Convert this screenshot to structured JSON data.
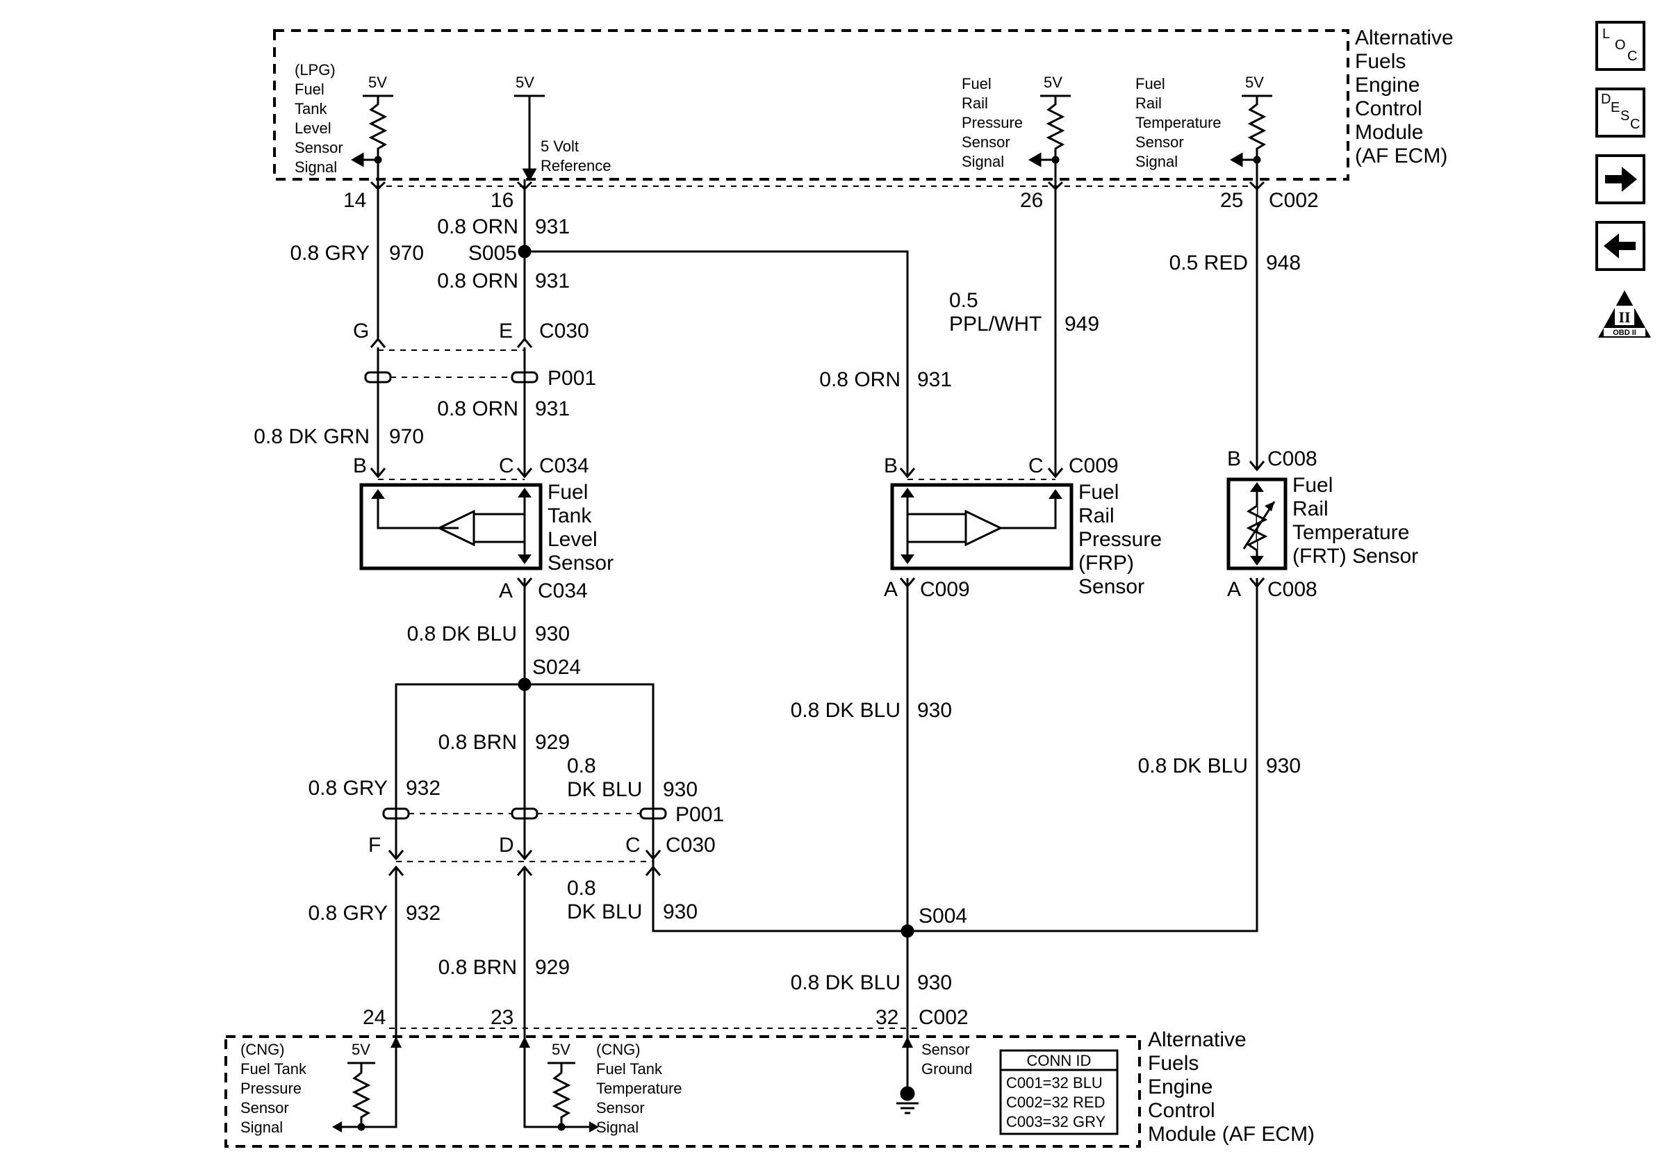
{
  "af_ecm_top": {
    "title_lines": [
      "Alternative",
      "Fuels",
      "Engine",
      "Control",
      "Module",
      "(AF ECM)"
    ],
    "lpg_signal_lines": [
      "(LPG)",
      "Fuel",
      "Tank",
      "Level",
      "Sensor",
      "Signal"
    ],
    "five_v": "5V",
    "five_volt_ref_lines": [
      "5 Volt",
      "Reference"
    ],
    "frp_signal_lines": [
      "Fuel",
      "Rail",
      "Pressure",
      "Sensor",
      "Signal"
    ],
    "frt_signal_lines": [
      "Fuel",
      "Rail",
      "Temperature",
      "Sensor",
      "Signal"
    ]
  },
  "af_ecm_bottom": {
    "title_lines": [
      "Alternative",
      "Fuels",
      "Engine",
      "Control",
      "Module (AF ECM)"
    ],
    "cng_pressure_lines": [
      "(CNG)",
      "Fuel Tank",
      "Pressure",
      "Sensor",
      "Signal"
    ],
    "cng_temp_lines": [
      "(CNG)",
      "Fuel Tank",
      "Temperature",
      "Sensor",
      "Signal"
    ],
    "sensor_ground_lines": [
      "Sensor",
      "Ground"
    ],
    "five_v": "5V"
  },
  "conn_id": {
    "title": "CONN ID",
    "rows": [
      "C001=32 BLU",
      "C002=32 RED",
      "C003=32 GRY"
    ]
  },
  "pins": {
    "p14": "14",
    "p16": "16",
    "p26": "26",
    "p25": "25",
    "c002_top": "C002",
    "p24": "24",
    "p23": "23",
    "p32": "32",
    "c002_bottom": "C002"
  },
  "wires": {
    "w970_top": {
      "gauge": "0.8 GRY",
      "circuit": "970"
    },
    "w931_a": {
      "gauge": "0.8 ORN",
      "circuit": "931"
    },
    "s005": "S005",
    "w931_b": {
      "gauge": "0.8 ORN",
      "circuit": "931"
    },
    "w931_c": {
      "gauge": "0.8 ORN",
      "circuit": "931"
    },
    "w970_dkgrn": {
      "gauge": "0.8 DK GRN",
      "circuit": "970"
    },
    "w931_frp": {
      "gauge": "0.8 ORN",
      "circuit": "931"
    },
    "w949": {
      "gauge_line1": "0.5",
      "gauge_line2": "PPL/WHT",
      "circuit": "949"
    },
    "w948": {
      "gauge": "0.5 RED",
      "circuit": "948"
    },
    "w930_a": {
      "gauge": "0.8 DK BLU",
      "circuit": "930"
    },
    "s024": "S024",
    "w929_a": {
      "gauge": "0.8 BRN",
      "circuit": "929"
    },
    "w932_a": {
      "gauge": "0.8 GRY",
      "circuit": "932"
    },
    "w930_b": {
      "gauge_line1": "0.8",
      "gauge_line2": "DK BLU",
      "circuit": "930"
    },
    "w930_frp": {
      "gauge": "0.8 DK BLU",
      "circuit": "930"
    },
    "w930_frt": {
      "gauge": "0.8 DK BLU",
      "circuit": "930"
    },
    "w932_b": {
      "gauge": "0.8 GRY",
      "circuit": "932"
    },
    "w930_c": {
      "gauge_line1": "0.8",
      "gauge_line2": "DK BLU",
      "circuit": "930"
    },
    "s004": "S004",
    "w929_b": {
      "gauge": "0.8 BRN",
      "circuit": "929"
    },
    "w930_d": {
      "gauge": "0.8 DK BLU",
      "circuit": "930"
    }
  },
  "connectors": {
    "g": "G",
    "e": "E",
    "c030_top": "C030",
    "p001_top": "P001",
    "b_c034": "B",
    "c_c034": "C",
    "c034_top": "C034",
    "a_c034": "A",
    "c034_bot": "C034",
    "b_c009": "B",
    "c_c009": "C",
    "c009_top": "C009",
    "a_c009": "A",
    "c009_bot": "C009",
    "b_c008": "B",
    "c008_top": "C008",
    "a_c008": "A",
    "c008_bot": "C008",
    "p001_bot": "P001",
    "f": "F",
    "d": "D",
    "c": "C",
    "c030_bot": "C030"
  },
  "components": {
    "ftl_lines": [
      "Fuel",
      "Tank",
      "Level",
      "Sensor"
    ],
    "frp_lines": [
      "Fuel",
      "Rail",
      "Pressure",
      "(FRP)",
      "Sensor"
    ],
    "frt_lines": [
      "Fuel",
      "Rail",
      "Temperature",
      "(FRT) Sensor"
    ]
  },
  "nav": {
    "loc": [
      "L",
      "O",
      "C"
    ],
    "desc": [
      "D",
      "E",
      "S",
      "C"
    ],
    "obd": "OBD II",
    "obd_num": "II"
  }
}
